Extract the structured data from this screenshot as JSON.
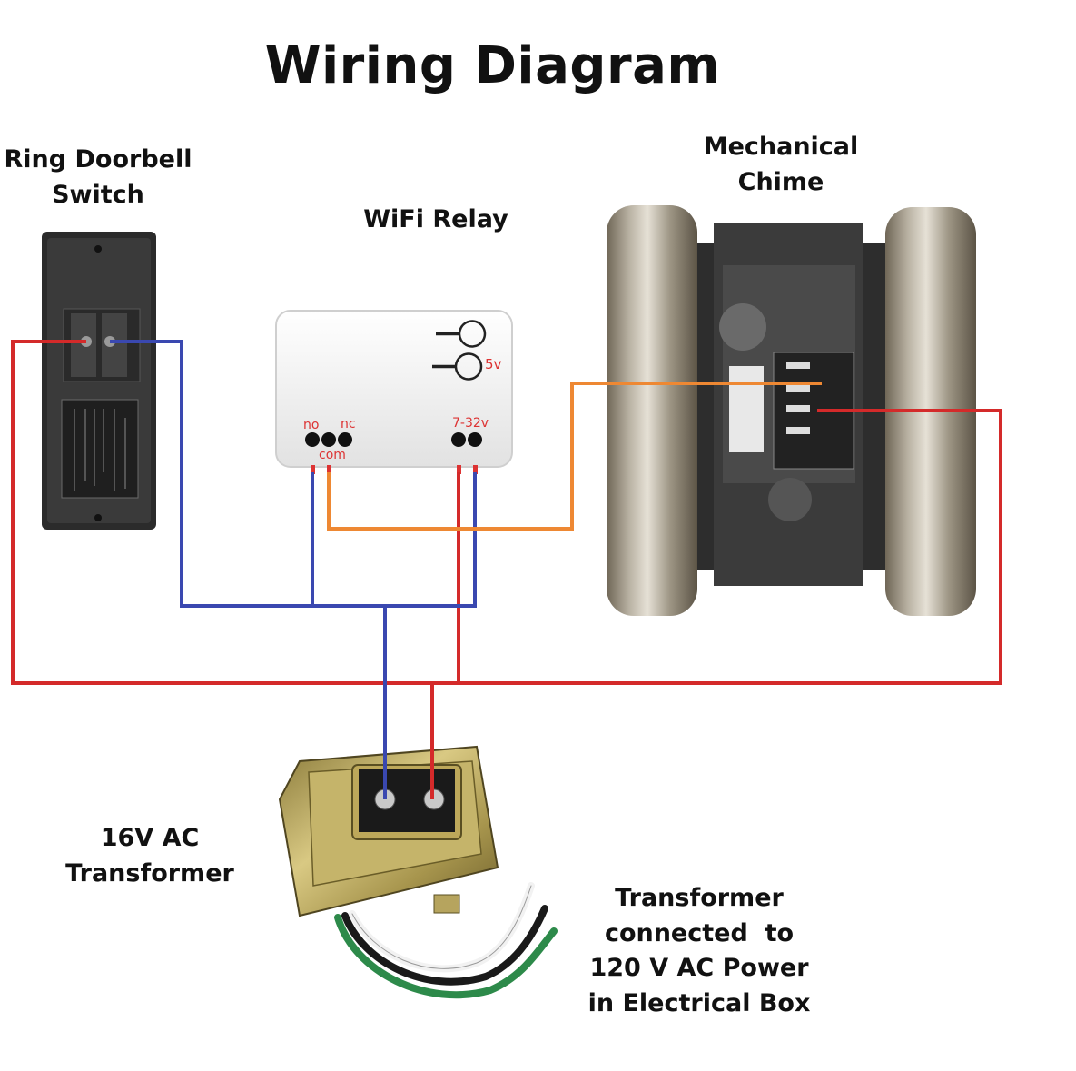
{
  "title": "Wiring Diagram",
  "components": {
    "doorbell": {
      "label_line1": "Ring Doorbell",
      "label_line2": "Switch"
    },
    "relay": {
      "label": "WiFi Relay",
      "terminal_no": "no",
      "terminal_com": "com",
      "terminal_nc": "nc",
      "terminal_power": "7-32v",
      "power_mark": "5v"
    },
    "chime": {
      "label_line1": "Mechanical",
      "label_line2": "Chime"
    },
    "transformer": {
      "label_line1": "16V AC",
      "label_line2": "Transformer"
    },
    "mains_note": {
      "line1": "Transformer",
      "line2": "connected  to",
      "line3": "120 V AC Power",
      "line4": "in Electrical Box"
    }
  },
  "wire_colors": {
    "red": "#d42a2a",
    "blue": "#3a48b0",
    "orange": "#ee8833"
  }
}
